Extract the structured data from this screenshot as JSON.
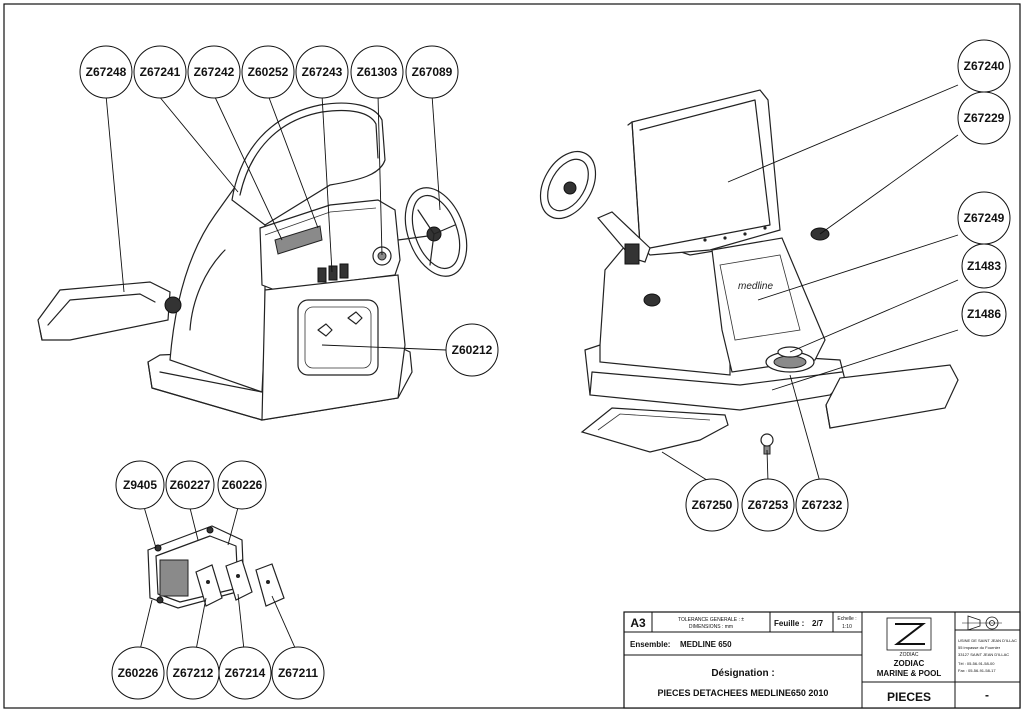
{
  "callouts": {
    "c1": "Z67248",
    "c2": "Z67241",
    "c3": "Z67242",
    "c4": "Z60252",
    "c5": "Z67243",
    "c6": "Z61303",
    "c7": "Z67089",
    "c8": "Z60212",
    "c9": "Z67240",
    "c10": "Z67229",
    "c11": "Z67249",
    "c12": "Z1483",
    "c13": "Z1486",
    "c14": "Z67250",
    "c15": "Z67253",
    "c16": "Z67232",
    "c17": "Z9405",
    "c18": "Z60227",
    "c19": "Z60226",
    "c20": "Z60226",
    "c21": "Z67212",
    "c22": "Z67214",
    "c23": "Z67211"
  },
  "title_block": {
    "format": "A3",
    "tolerance_line1": "TOLERANCE GENERALE : ±",
    "tolerance_line2": "DIMENSIONS : mm",
    "sheet_label": "Feuille :",
    "sheet_value": "2/7",
    "scale_label": "Echelle :",
    "scale_value": "1:10",
    "assembly_label": "Ensemble:",
    "assembly_value": "MEDLINE 650",
    "designation_label": "Désignation :",
    "designation_value": "PIECES DETACHEES MEDLINE650 2010",
    "company_logo_text": "ZODIAC",
    "company_line1": "ZODIAC",
    "company_line2": "MARINE & POOL",
    "doc_type": "PIECES",
    "revision": "-",
    "address_line1": "USINE DE SAINT JEAN D'ILLAC",
    "address_line2": "55 impasse du Fournier",
    "address_line3": "33127 SAINT JEAN D'ILLAC",
    "address_line4": "Tél : 05-56-91-58-00",
    "address_line5": "Fax : 05-56-91-58-17"
  },
  "console_brand": "medline"
}
